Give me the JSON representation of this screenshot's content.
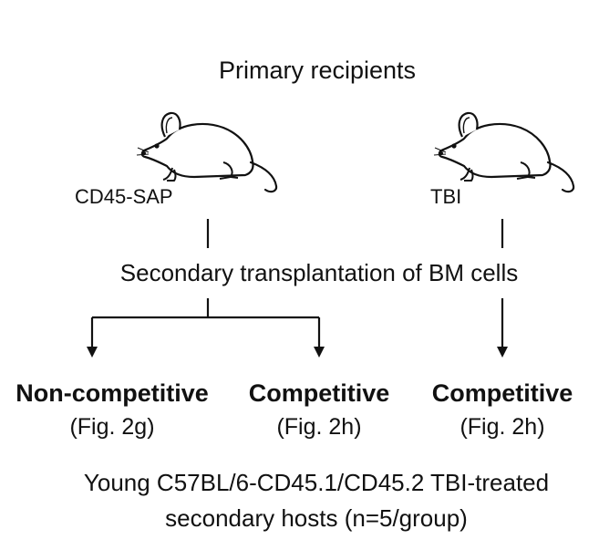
{
  "title": "Primary recipients",
  "groups": {
    "left": "CD45-SAP",
    "right": "TBI"
  },
  "step": "Secondary transplantation of BM cells",
  "outcomes": [
    {
      "title": "Non-competitive",
      "fig": "(Fig. 2g)"
    },
    {
      "title": "Competitive",
      "fig": "(Fig. 2h)"
    },
    {
      "title": "Competitive",
      "fig": "(Fig. 2h)"
    }
  ],
  "hosts": {
    "line1": "Young C57BL/6-CD45.1/CD45.2 TBI-treated",
    "line2": "secondary hosts (n=5/group)"
  },
  "icons": [
    "mouse-icon",
    "mouse-icon",
    "down-arrow-icon",
    "down-arrow-icon",
    "down-arrow-icon"
  ]
}
